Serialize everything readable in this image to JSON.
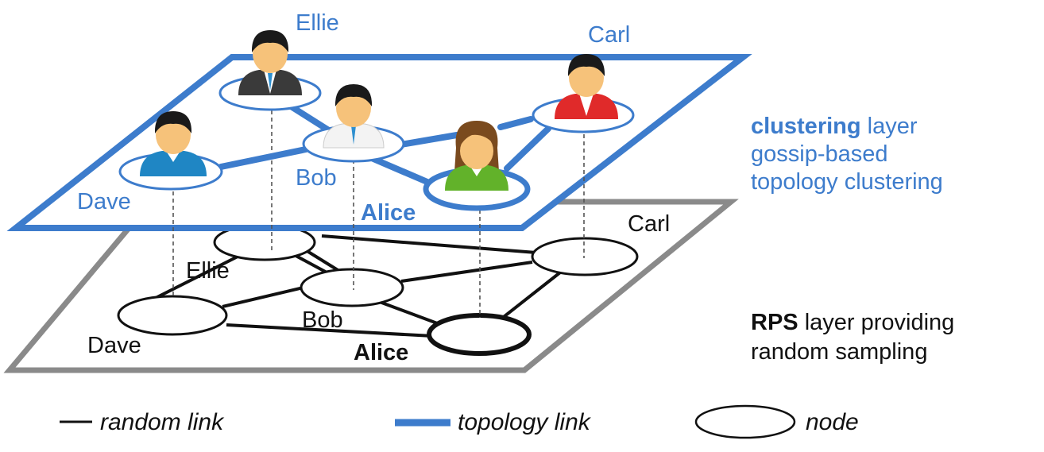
{
  "colors": {
    "accent": "#3d7ccc",
    "black": "#111111",
    "gray": "#8a8a8a"
  },
  "rps_layer": {
    "nodes": {
      "ellie": "Ellie",
      "carl": "Carl",
      "bob": "Bob",
      "dave": "Dave",
      "alice": "Alice"
    }
  },
  "clustering_layer": {
    "nodes": {
      "ellie": "Ellie",
      "carl": "Carl",
      "bob": "Bob",
      "dave": "Dave",
      "alice": "Alice"
    },
    "avatar_icons": [
      "user-avatar-ellie-icon",
      "user-avatar-carl-icon",
      "user-avatar-bob-icon",
      "user-avatar-dave-icon",
      "user-avatar-alice-icon"
    ]
  },
  "side_labels": {
    "clustering": {
      "bold": "clustering",
      "rest": " layer",
      "line2": "gossip-based",
      "line3": "topology clustering"
    },
    "rps": {
      "bold": "RPS",
      "rest": " layer providing",
      "line2": "random sampling"
    }
  },
  "legend": {
    "random_link": "random link",
    "topology_link": "topology link",
    "node": "node"
  }
}
